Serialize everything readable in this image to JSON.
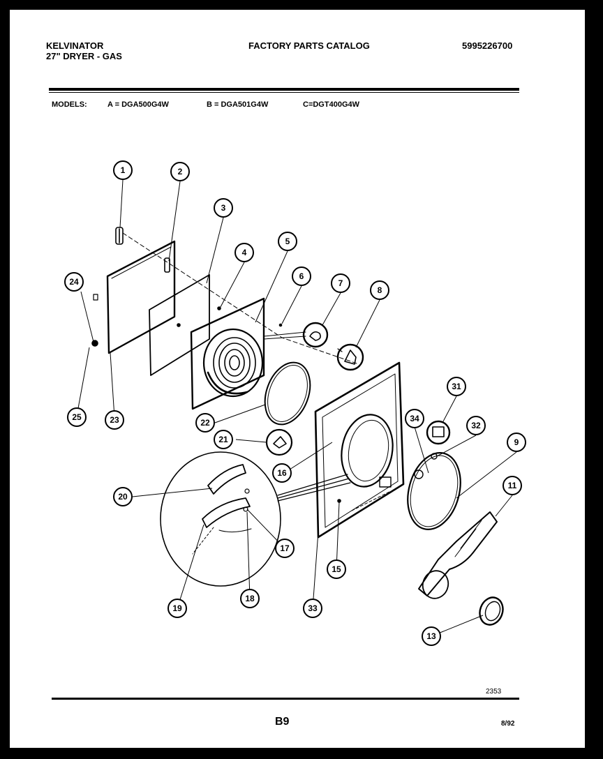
{
  "header": {
    "brand": "KELVINATOR",
    "product": "27\" DRYER - GAS",
    "catalog_title": "FACTORY PARTS CATALOG",
    "catalog_number": "5995226700"
  },
  "models": {
    "label": "MODELS:",
    "a": "A = DGA500G4W",
    "b": "B = DGA501G4W",
    "c": "C=DGT400G4W"
  },
  "callouts": [
    "1",
    "2",
    "3",
    "4",
    "5",
    "6",
    "7",
    "8",
    "9",
    "11",
    "13",
    "15",
    "16",
    "17",
    "18",
    "19",
    "20",
    "21",
    "22",
    "23",
    "24",
    "25",
    "31",
    "32",
    "33",
    "34"
  ],
  "footer": {
    "drawing_number": "2353",
    "page": "B9",
    "date": "8/92"
  }
}
